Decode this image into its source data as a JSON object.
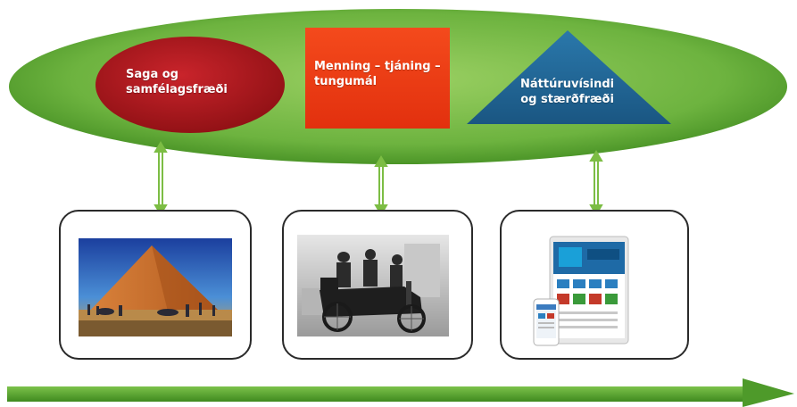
{
  "colors": {
    "ellipse": "#6db33f",
    "ellipse_dark": "#3f8a1f",
    "circle": "#b0161c",
    "square": "#ef3b12",
    "triangle": "#1f5f8e",
    "connector": "#7cbd44",
    "timeline_arrow": "#4e9a2a"
  },
  "subjects": {
    "history": {
      "line1": "Saga og",
      "line2": "samfélagsfræði"
    },
    "culture": {
      "line1": "Menning – tjáning –",
      "line2": "tungumál"
    },
    "science": {
      "line1": "Náttúruvísindi",
      "line2": "og stærðfræði"
    }
  },
  "cards": [
    {
      "image": "pyramid-photo"
    },
    {
      "image": "vintage-car-photo"
    },
    {
      "image": "tablet-phone-photo"
    }
  ]
}
